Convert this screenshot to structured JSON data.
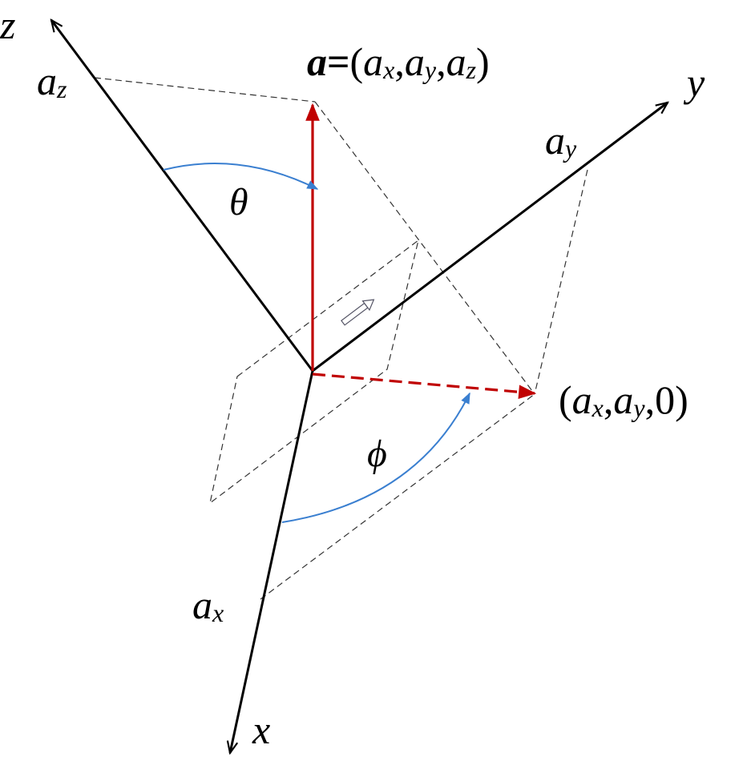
{
  "axes": {
    "x_label": "x",
    "y_label": "y",
    "z_label": "z"
  },
  "components": {
    "ax": "a",
    "ax_sub": "x",
    "ay": "a",
    "ay_sub": "y",
    "az": "a",
    "az_sub": "z"
  },
  "vector": {
    "name": "a",
    "eq": "=",
    "open": "(",
    "c1": "a",
    "c1_sub": "x",
    "sep1": ",",
    "c2": "a",
    "c2_sub": "y",
    "sep2": ",",
    "c3": "a",
    "c3_sub": "z",
    "close": ")"
  },
  "projection": {
    "open": "(",
    "c1": "a",
    "c1_sub": "x",
    "sep1": ",",
    "c2": "a",
    "c2_sub": "y",
    "sep2": ",",
    "zero": "0",
    "close": ")"
  },
  "angles": {
    "theta": "θ",
    "phi": "ϕ"
  },
  "colors": {
    "axis": "#000000",
    "vector": "#c00000",
    "angle_arc": "#3a7fd0",
    "dashed": "#333333"
  }
}
